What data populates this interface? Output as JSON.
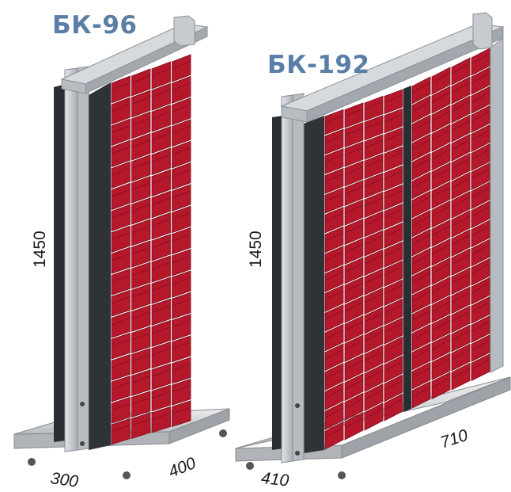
{
  "products": [
    {
      "model": "БК-96",
      "height_label": "1450",
      "depth_label": "300",
      "width_label": "400",
      "rows": 17,
      "bins_per_row": 4
    },
    {
      "model": "БК-192",
      "height_label": "1450",
      "depth_label": "410",
      "width_label": "710",
      "rows": 17,
      "bins_per_row": 4
    }
  ],
  "colors": {
    "bin_red": "#b5172b",
    "bin_dark": "#7e0f1d",
    "frame_grey": "#c9cdd1",
    "back_panel": "#2a2d31",
    "title_blue": "#5a7ea6"
  }
}
